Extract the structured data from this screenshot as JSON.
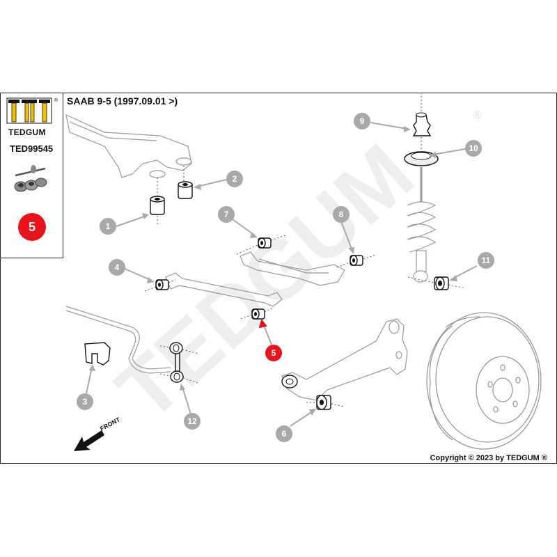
{
  "header": {
    "vehicle": "SAAB 9-5 (1997.09.01 >)",
    "copyright": "Copyright © 2023 by TEDGUM ®"
  },
  "sidebar": {
    "brand": "TEDGUM",
    "registered_mark": "®",
    "part_code": "TED99545",
    "selected_position": "5"
  },
  "watermark": {
    "text": "TEDGUM",
    "mark": "®"
  },
  "front_label": "FRONT",
  "callouts": [
    {
      "n": "1"
    },
    {
      "n": "2"
    },
    {
      "n": "3"
    },
    {
      "n": "4"
    },
    {
      "n": "5"
    },
    {
      "n": "6"
    },
    {
      "n": "7"
    },
    {
      "n": "8"
    },
    {
      "n": "9"
    },
    {
      "n": "10"
    },
    {
      "n": "11"
    },
    {
      "n": "12"
    }
  ],
  "colors": {
    "highlight": "#e8141c",
    "callout_grey": "#a9a9a9",
    "logo_yellow": "#f2c200",
    "outline": "#222222"
  }
}
